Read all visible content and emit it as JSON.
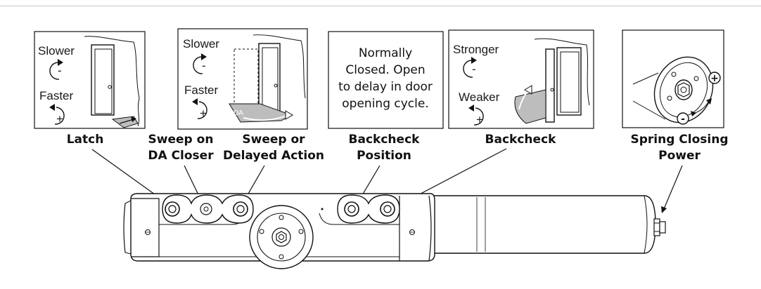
{
  "panels": [
    {
      "id": "latch",
      "top_text": "Slower",
      "bottom_text": "Faster",
      "top_sign": "-",
      "bottom_sign": "+"
    },
    {
      "id": "sweep-da",
      "top_text": "Slower",
      "bottom_text": "Faster",
      "top_sign": "-",
      "bottom_sign": "+",
      "floor_tag": "DA"
    },
    {
      "id": "backcheck-position",
      "note_lines": [
        "Normally",
        "Closed. Open",
        "to delay in door",
        "opening cycle."
      ]
    },
    {
      "id": "backcheck",
      "top_text": "Stronger",
      "bottom_text": "Weaker",
      "top_sign": "-",
      "bottom_sign": "+"
    },
    {
      "id": "spring-power",
      "plus_sign": "+",
      "minus_sign": "-"
    }
  ],
  "labels": {
    "latch": [
      "Latch"
    ],
    "sweep_da": [
      "Sweep on",
      "DA Closer"
    ],
    "sweep_delayed": [
      "Sweep or",
      "Delayed Action"
    ],
    "backcheck_position": [
      "Backcheck",
      "Position"
    ],
    "backcheck": [
      "Backcheck"
    ],
    "spring_power": [
      "Spring Closing",
      "Power"
    ]
  },
  "colors": {
    "line": "#111111",
    "gray_fill": "#bdbdbd",
    "rule": "#c8c8c8"
  }
}
